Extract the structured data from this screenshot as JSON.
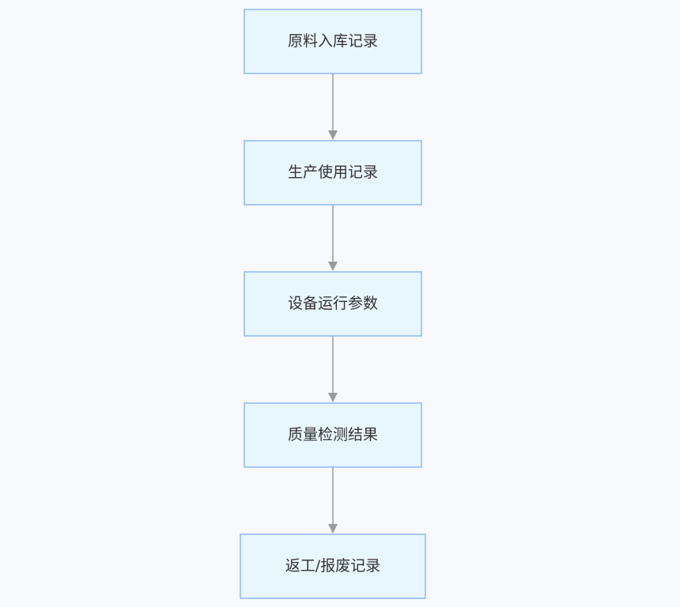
{
  "diagram": {
    "nodes": [
      {
        "id": "n1",
        "label": "原料入库记录"
      },
      {
        "id": "n2",
        "label": "生产使用记录"
      },
      {
        "id": "n3",
        "label": "设备运行参数"
      },
      {
        "id": "n4",
        "label": "质量检测结果"
      },
      {
        "id": "n5",
        "label": "返工/报废记录"
      }
    ],
    "edges": [
      {
        "from": "n1",
        "to": "n2"
      },
      {
        "from": "n2",
        "to": "n3"
      },
      {
        "from": "n3",
        "to": "n4"
      },
      {
        "from": "n4",
        "to": "n5"
      }
    ],
    "colors": {
      "node_fill": "#e8f6fe",
      "node_border": "#8fb8f0",
      "edge": "#9a9a9a",
      "text": "#333333",
      "background": "#f7f9fc"
    }
  }
}
